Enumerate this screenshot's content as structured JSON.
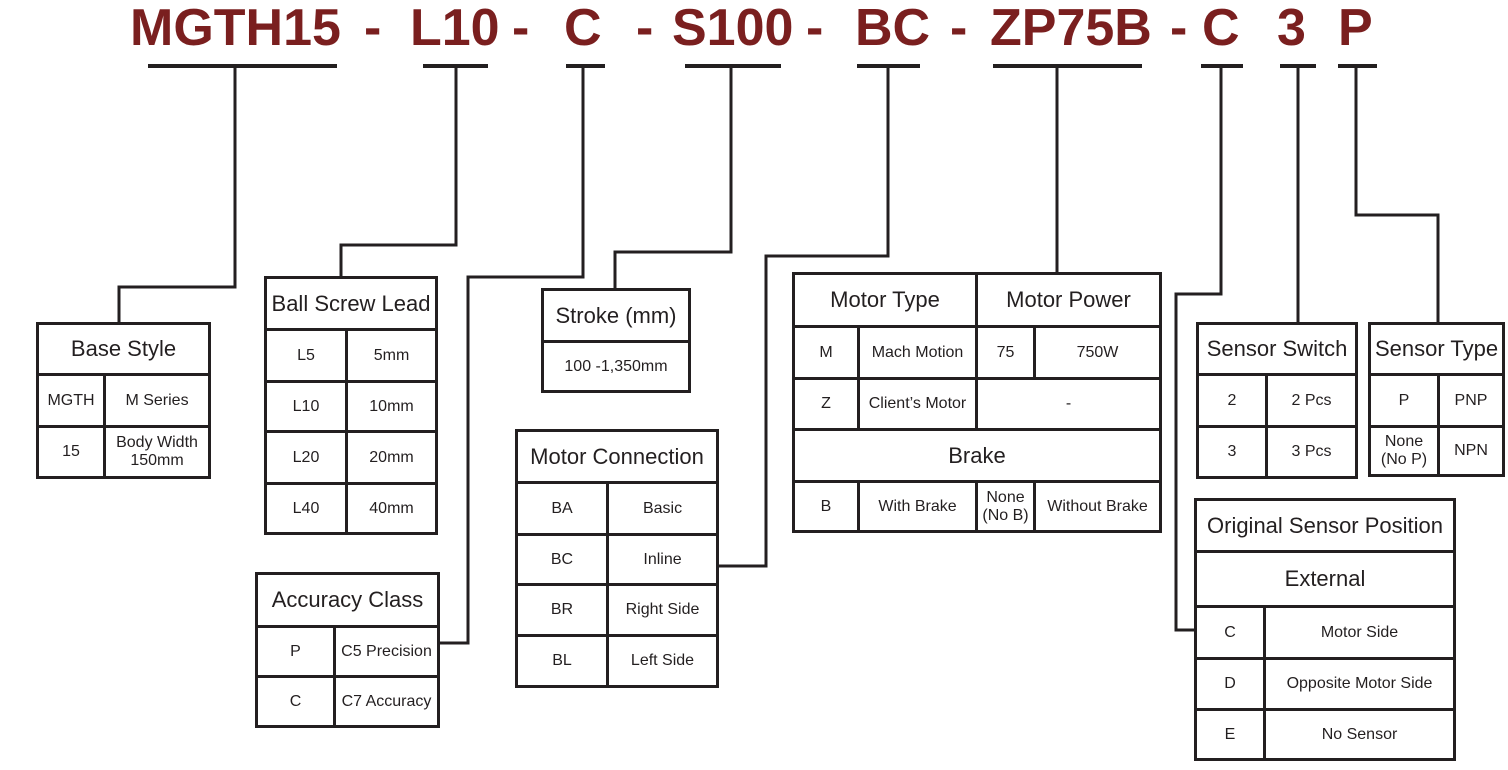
{
  "colors": {
    "code": "#7a1f1f",
    "lines": "#231f20"
  },
  "code": {
    "base": "MGTH15",
    "lead": "L10",
    "accuracy": "C",
    "stroke": "S100",
    "connection": "BC",
    "motor": "ZP75B",
    "sensor_position": "C",
    "sensor_qty": "3",
    "sensor_type": "P",
    "separator": "-"
  },
  "base_style": {
    "title": "Base Style",
    "rows": [
      [
        "MGTH",
        "M Series"
      ],
      [
        "15",
        "Body Width 150mm"
      ]
    ]
  },
  "ball_screw_lead": {
    "title": "Ball Screw Lead",
    "rows": [
      [
        "L5",
        "5mm"
      ],
      [
        "L10",
        "10mm"
      ],
      [
        "L20",
        "20mm"
      ],
      [
        "L40",
        "40mm"
      ]
    ]
  },
  "accuracy_class": {
    "title": "Accuracy Class",
    "rows": [
      [
        "P",
        "C5 Precision"
      ],
      [
        "C",
        "C7 Accuracy"
      ]
    ]
  },
  "stroke": {
    "title": "Stroke (mm)",
    "value": "100 -1,350mm"
  },
  "motor_connection": {
    "title": "Motor Connection",
    "rows": [
      [
        "BA",
        "Basic"
      ],
      [
        "BC",
        "Inline"
      ],
      [
        "BR",
        "Right Side"
      ],
      [
        "BL",
        "Left Side"
      ]
    ]
  },
  "motor": {
    "type_title": "Motor Type",
    "power_title": "Motor Power",
    "types": [
      [
        "M",
        "Mach Motion"
      ],
      [
        "Z",
        "Client’s Motor"
      ]
    ],
    "power": [
      "75",
      "750W"
    ],
    "power_none": "-",
    "brake_title": "Brake",
    "brake": [
      "B",
      "With Brake",
      "None (No B)",
      "Without Brake"
    ]
  },
  "sensor_switch": {
    "title": "Sensor Switch",
    "rows": [
      [
        "2",
        "2 Pcs"
      ],
      [
        "3",
        "3 Pcs"
      ]
    ]
  },
  "sensor_type": {
    "title": "Sensor Type",
    "rows": [
      [
        "P",
        "PNP"
      ],
      [
        "None (No P)",
        "NPN"
      ]
    ]
  },
  "sensor_position": {
    "title": "Original Sensor Position",
    "subtitle": "External",
    "rows": [
      [
        "C",
        "Motor Side"
      ],
      [
        "D",
        "Opposite Motor Side"
      ],
      [
        "E",
        "No Sensor"
      ]
    ]
  }
}
